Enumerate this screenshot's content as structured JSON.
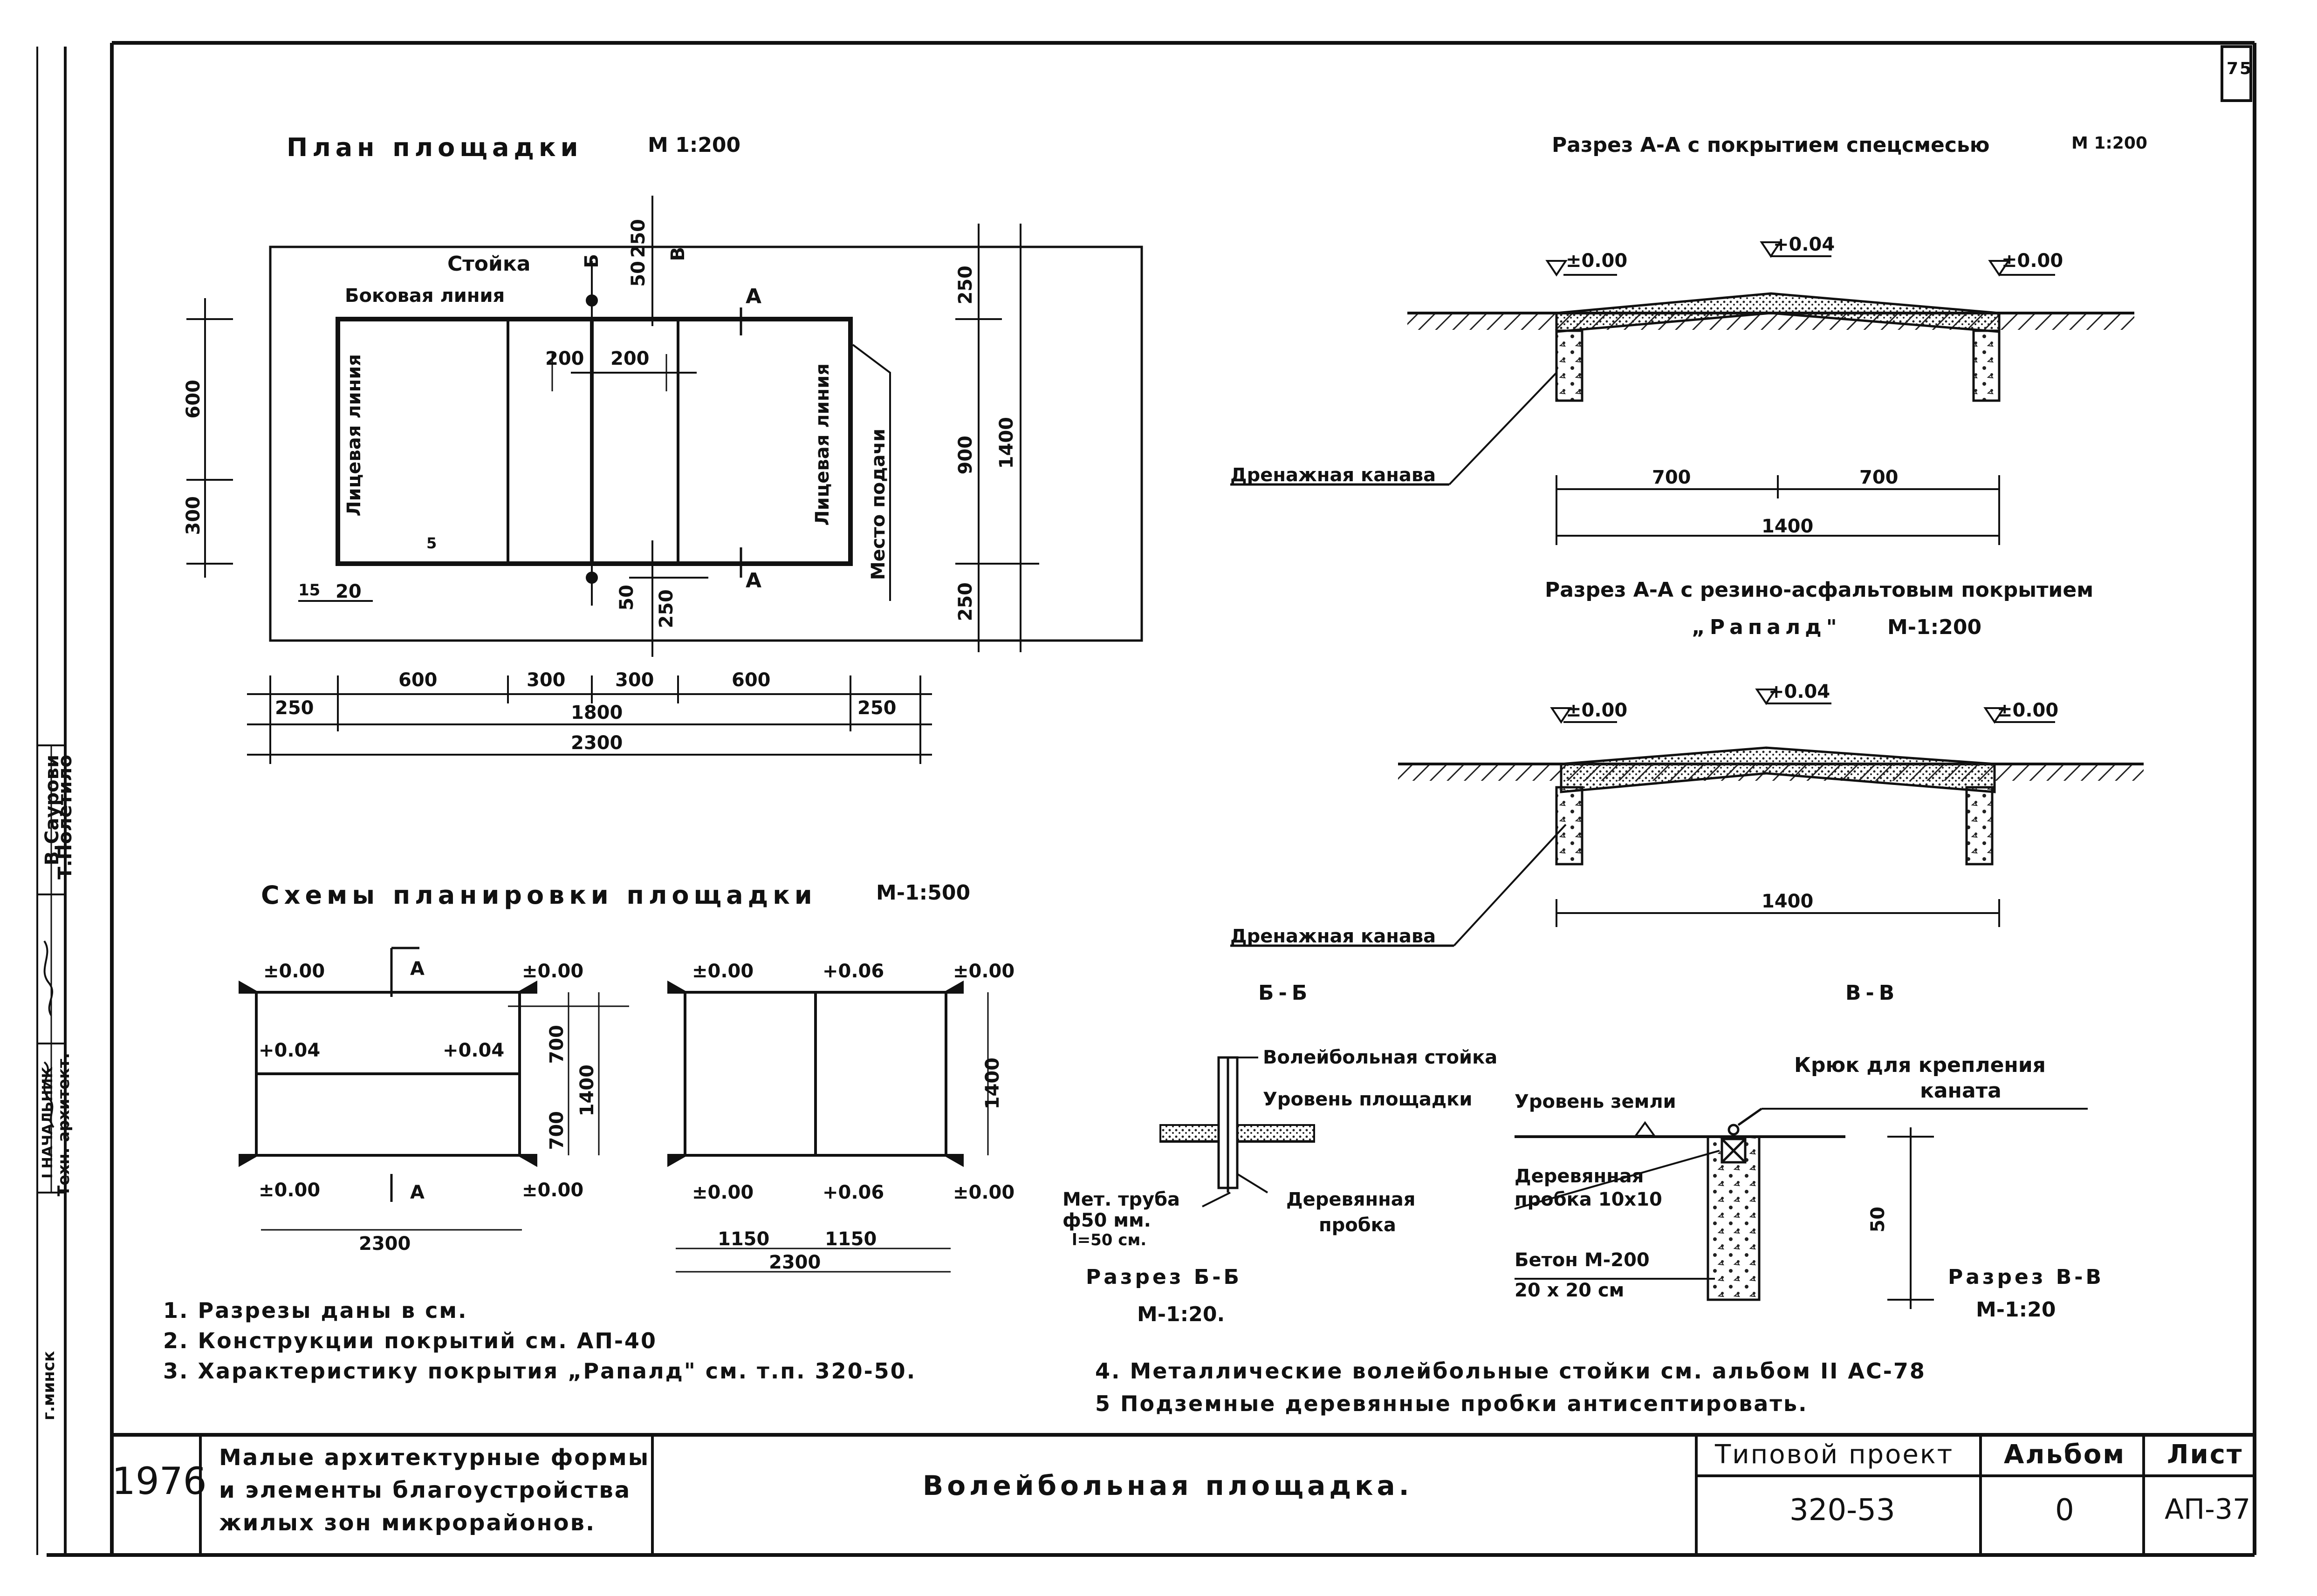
{
  "sheet": {
    "corner_number": "75",
    "side_stamp": {
      "author_1": "В.Саурови",
      "author_2": "Т.Полетило",
      "role": "Техн. архитект.",
      "role_top": "I НАЧАЛЬНИК",
      "city": "г.минск"
    }
  },
  "plan": {
    "title": "План площадки",
    "scale": "М 1:200",
    "labels": {
      "post": "Стойка",
      "side_line": "Боковая линия",
      "face_line_left": "Лицевая линия",
      "face_line_right": "Лицевая линия",
      "serve_place": "Место подачи",
      "section_a": "А",
      "section_b": "Б",
      "section_v": "В"
    },
    "dims": {
      "d250_top": "250",
      "d50_top": "50",
      "d200_left": "200",
      "d200_right": "200",
      "d600": "600",
      "d300_left": "300",
      "d5": "5",
      "d15": "15",
      "d20": "20",
      "d50_bot": "50",
      "d250_bot": "250",
      "r250_top": "250",
      "r900": "900",
      "r1400": "1400",
      "r250_bot": "250",
      "b250_l": "250",
      "b600_l": "600",
      "b300_l": "300",
      "b300_r": "300",
      "b600_r": "600",
      "b250_r": "250",
      "b1800": "1800",
      "b2300": "2300"
    }
  },
  "schemes": {
    "title": "Схемы планировки площадки",
    "scale": "М-1:500",
    "left": {
      "tl": "±0.00",
      "tr": "±0.00",
      "ml": "+0.04",
      "mr": "+0.04",
      "bl": "±0.00",
      "br": "±0.00",
      "a_top": "А",
      "a_bot": "А",
      "d700a": "700",
      "d700b": "700",
      "d1400": "1400",
      "d2300": "2300"
    },
    "right": {
      "tl": "±0.00",
      "tm": "+0.06",
      "tr": "±0.00",
      "bl": "±0.00",
      "bm": "+0.06",
      "br": "±0.00",
      "d1400": "1400",
      "d1150a": "1150",
      "d1150b": "1150",
      "d2300": "2300"
    }
  },
  "section_aa_1": {
    "title": "Разрез А-А с покрытием спецсмесью",
    "scale": "М 1:200",
    "lvl_l": "±0.00",
    "lvl_m": "+0.04",
    "lvl_r": "±0.00",
    "ditch": "Дренажная канава",
    "d700a": "700",
    "d700b": "700",
    "d1400": "1400"
  },
  "section_aa_2": {
    "title": "Разрез А-А с резино-асфальтовым покрытием",
    "title2": "„Рапалд\"",
    "scale": "М-1:200",
    "lvl_l": "±0.00",
    "lvl_m": "+0.04",
    "lvl_r": "±0.00",
    "ditch": "Дренажная канава",
    "d1400": "1400"
  },
  "section_bb": {
    "heading": "Б-Б",
    "post_label": "Волейбольная стойка",
    "level_label": "Уровень площадки",
    "pipe_1": "Мет. труба",
    "pipe_2": "ф50 мм.",
    "pipe_3": "l=50 см.",
    "plug_1": "Деревянная",
    "plug_2": "пробка",
    "caption": "Разрез Б-Б",
    "scale": "М-1:20."
  },
  "section_vv": {
    "heading": "В-В",
    "hook_1": "Крюк для крепления",
    "hook_2": "каната",
    "ground": "Уровень земли",
    "plug_1": "Деревянная",
    "plug_2": "пробка 10х10",
    "concrete_1": "Бетон М-200",
    "concrete_2": "20 х 20 см",
    "d50": "50",
    "caption": "Разрез В-В",
    "scale": "М-1:20"
  },
  "notes": [
    "1. Разрезы даны в см.",
    "2. Конструкции покрытий см. АП-40",
    "3. Характеристику покрытия „Рапалд\" см. т.п. 320-50.",
    "4. Металлические волейбольные стойки см. альбом II АС-78",
    "5 Подземные деревянные пробки антисептировать."
  ],
  "title_block": {
    "year": "1976",
    "series_1": "Малые архитектурные формы",
    "series_2": "и элементы благоустройства",
    "series_3": "жилых зон микрорайонов.",
    "name": "Волейбольная площадка.",
    "project_label": "Типовой проект",
    "project_value": "320-53",
    "album_label": "Альбом",
    "album_value": "0",
    "sheet_label": "Лист",
    "sheet_value": "АП-37"
  }
}
